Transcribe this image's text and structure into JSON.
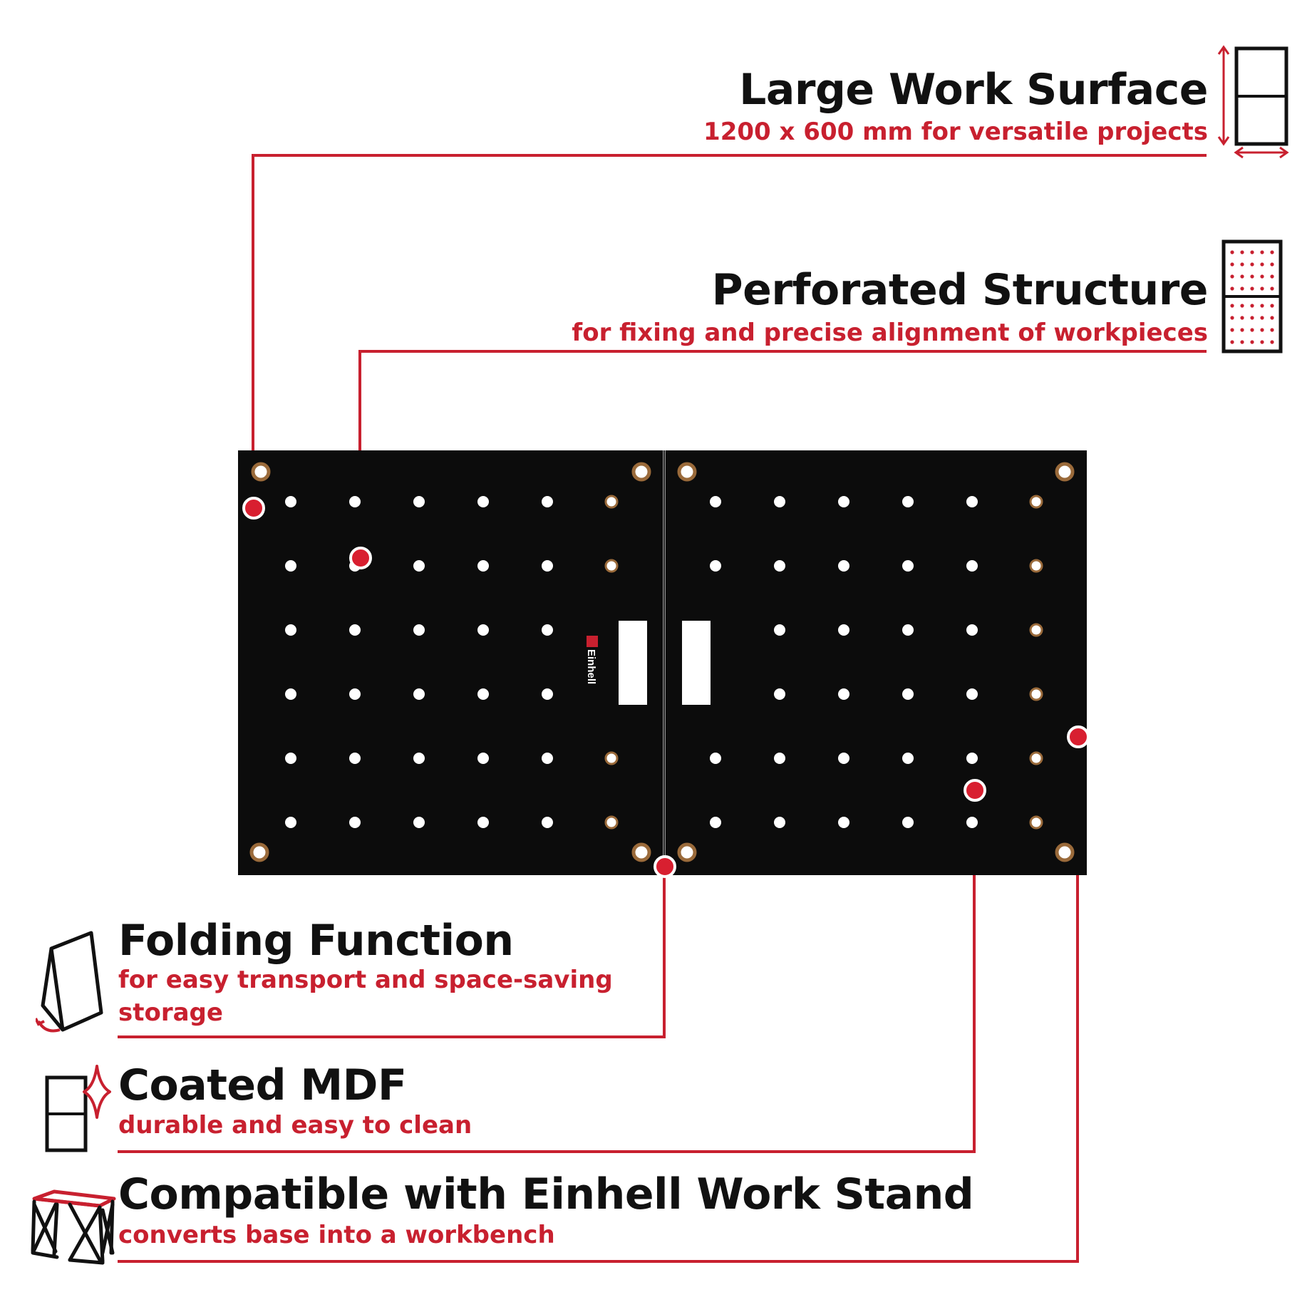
{
  "colors": {
    "accent": "#c8202f",
    "text": "#111111",
    "board": "#0c0c0c",
    "hole_rim": "#9a6a3a"
  },
  "features": {
    "large_surface": {
      "title": "Large Work Surface",
      "subtitle": "1200 x 600 mm for versatile projects",
      "icon": "dimension-panel-icon"
    },
    "perforated": {
      "title": "Perforated Structure",
      "subtitle": "for fixing and precise alignment of workpieces",
      "icon": "perforated-panel-icon"
    },
    "folding": {
      "title": "Folding Function",
      "subtitle_line1": "for easy transport and space-saving",
      "subtitle_line2": "storage",
      "icon": "folding-icon"
    },
    "coated": {
      "title": "Coated MDF",
      "subtitle": "durable and easy to clean",
      "icon": "sparkle-panel-icon"
    },
    "compatible": {
      "title": "Compatible with Einhell Work Stand",
      "subtitle": "converts base into a workbench",
      "icon": "work-stand-icon"
    }
  },
  "board": {
    "brand_label": "Einhell"
  }
}
